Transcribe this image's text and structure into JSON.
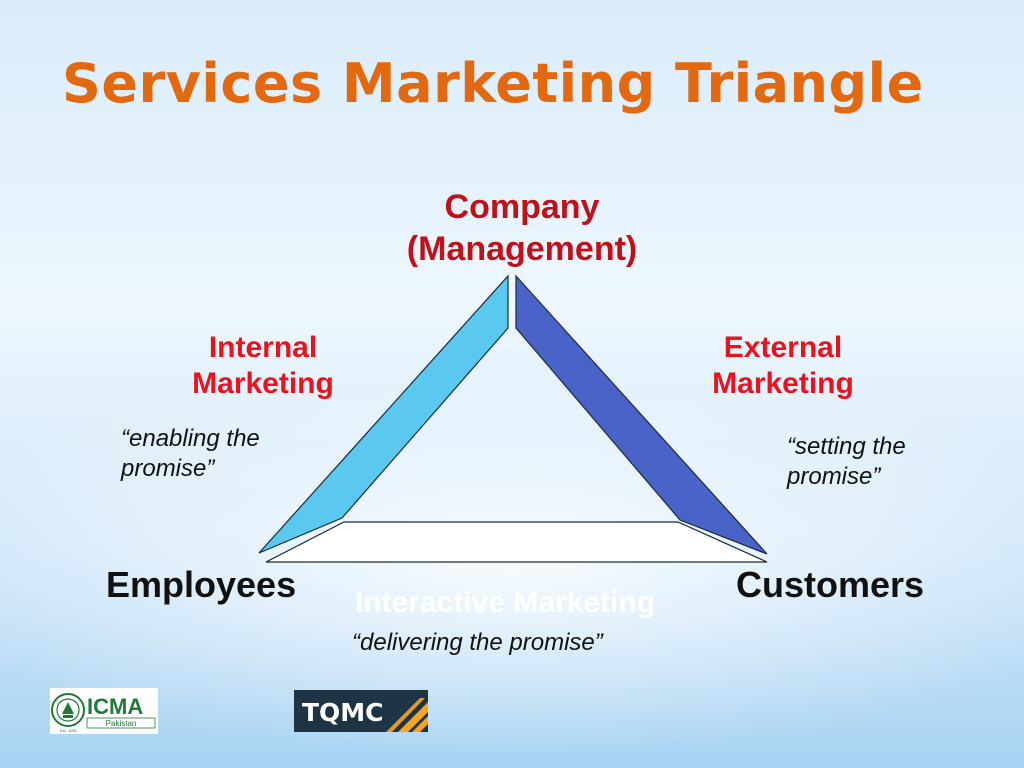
{
  "slide": {
    "title": "Services Marketing Triangle"
  },
  "triangle": {
    "top_vertex": [
      "Company",
      "(Management)"
    ],
    "left_vertex": "Employees",
    "right_vertex": "Customers",
    "left_side": {
      "label": [
        "Internal",
        "Marketing"
      ],
      "quote": [
        "“enabling the",
        "promise”"
      ]
    },
    "right_side": {
      "label": [
        "External",
        "Marketing"
      ],
      "quote": [
        "“setting the",
        "promise”"
      ]
    },
    "bottom_side": {
      "label": "Interactive Marketing",
      "quote": "“delivering the promise”"
    }
  },
  "colors": {
    "title": "#e2690f",
    "vertex_label": "#c0101a",
    "side_label": "#e8131e",
    "left_bar": "#5bc8ef",
    "right_bar": "#4a63c8",
    "bottom_bar": "#ffffff"
  },
  "logos": {
    "icma": {
      "name": "ICMA",
      "sub": "Pakistan",
      "est": "Est. 1951"
    },
    "tqmc": {
      "name": "TQMC"
    }
  }
}
